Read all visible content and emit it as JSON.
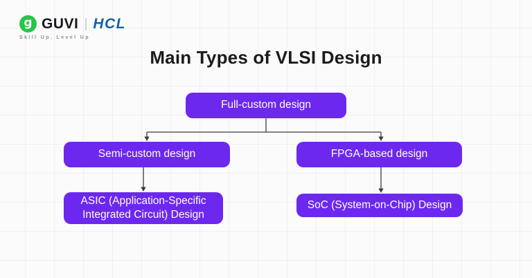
{
  "header": {
    "logo": {
      "icon_glyph": "g",
      "guvi_text": "GUVI",
      "hcl_text": "HCL",
      "tagline": "Skill Up. Level Up"
    }
  },
  "title": "Main Types of VLSI Design",
  "colors": {
    "node_fill": "#6C28EE",
    "node_text": "#FFFFFF",
    "connector": "#3A3A3A",
    "guvi_green": "#26C649",
    "hcl_blue": "#1460A9",
    "background": "#FBFBFB"
  },
  "diagram": {
    "type": "flowchart",
    "nodes": [
      {
        "id": "full-custom",
        "label": "Full-custom design"
      },
      {
        "id": "semi-custom",
        "label": "Semi-custom design"
      },
      {
        "id": "fpga-based",
        "label": "FPGA-based design"
      },
      {
        "id": "asic",
        "label": "ASIC (Application-Specific Integrated Circuit) Design"
      },
      {
        "id": "soc",
        "label": "SoC (System-on-Chip) Design"
      }
    ],
    "edges": [
      {
        "from": "full-custom",
        "to": "semi-custom"
      },
      {
        "from": "full-custom",
        "to": "fpga-based"
      },
      {
        "from": "semi-custom",
        "to": "asic"
      },
      {
        "from": "fpga-based",
        "to": "soc"
      }
    ]
  }
}
